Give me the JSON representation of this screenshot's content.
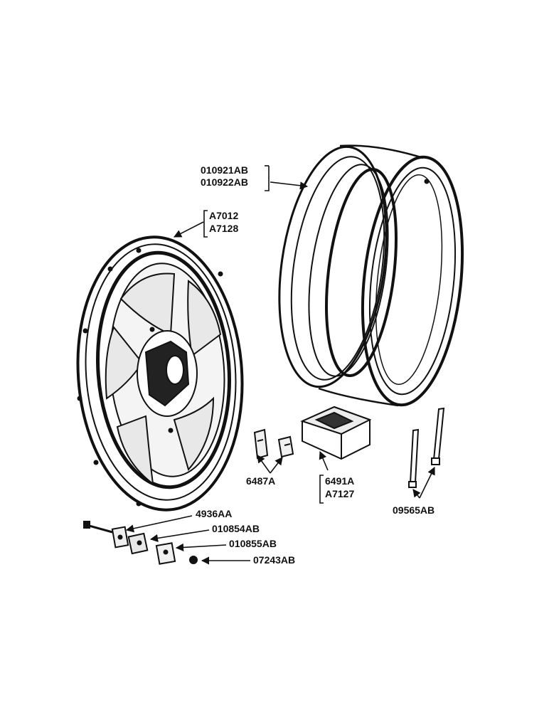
{
  "parts": {
    "rim": [
      "010921AB",
      "010922AB"
    ],
    "wheel_center": [
      "A7012",
      "A7128"
    ],
    "clamp": [
      "6491A",
      "A7127"
    ],
    "clip": "6487A",
    "long_bolt": "09565AB",
    "bolt": "4936AA",
    "washer_a": "010854AB",
    "washer_b": "010855AB",
    "nut": "07243AB"
  },
  "colors": {
    "ink": "#111111",
    "paper": "#ffffff"
  }
}
